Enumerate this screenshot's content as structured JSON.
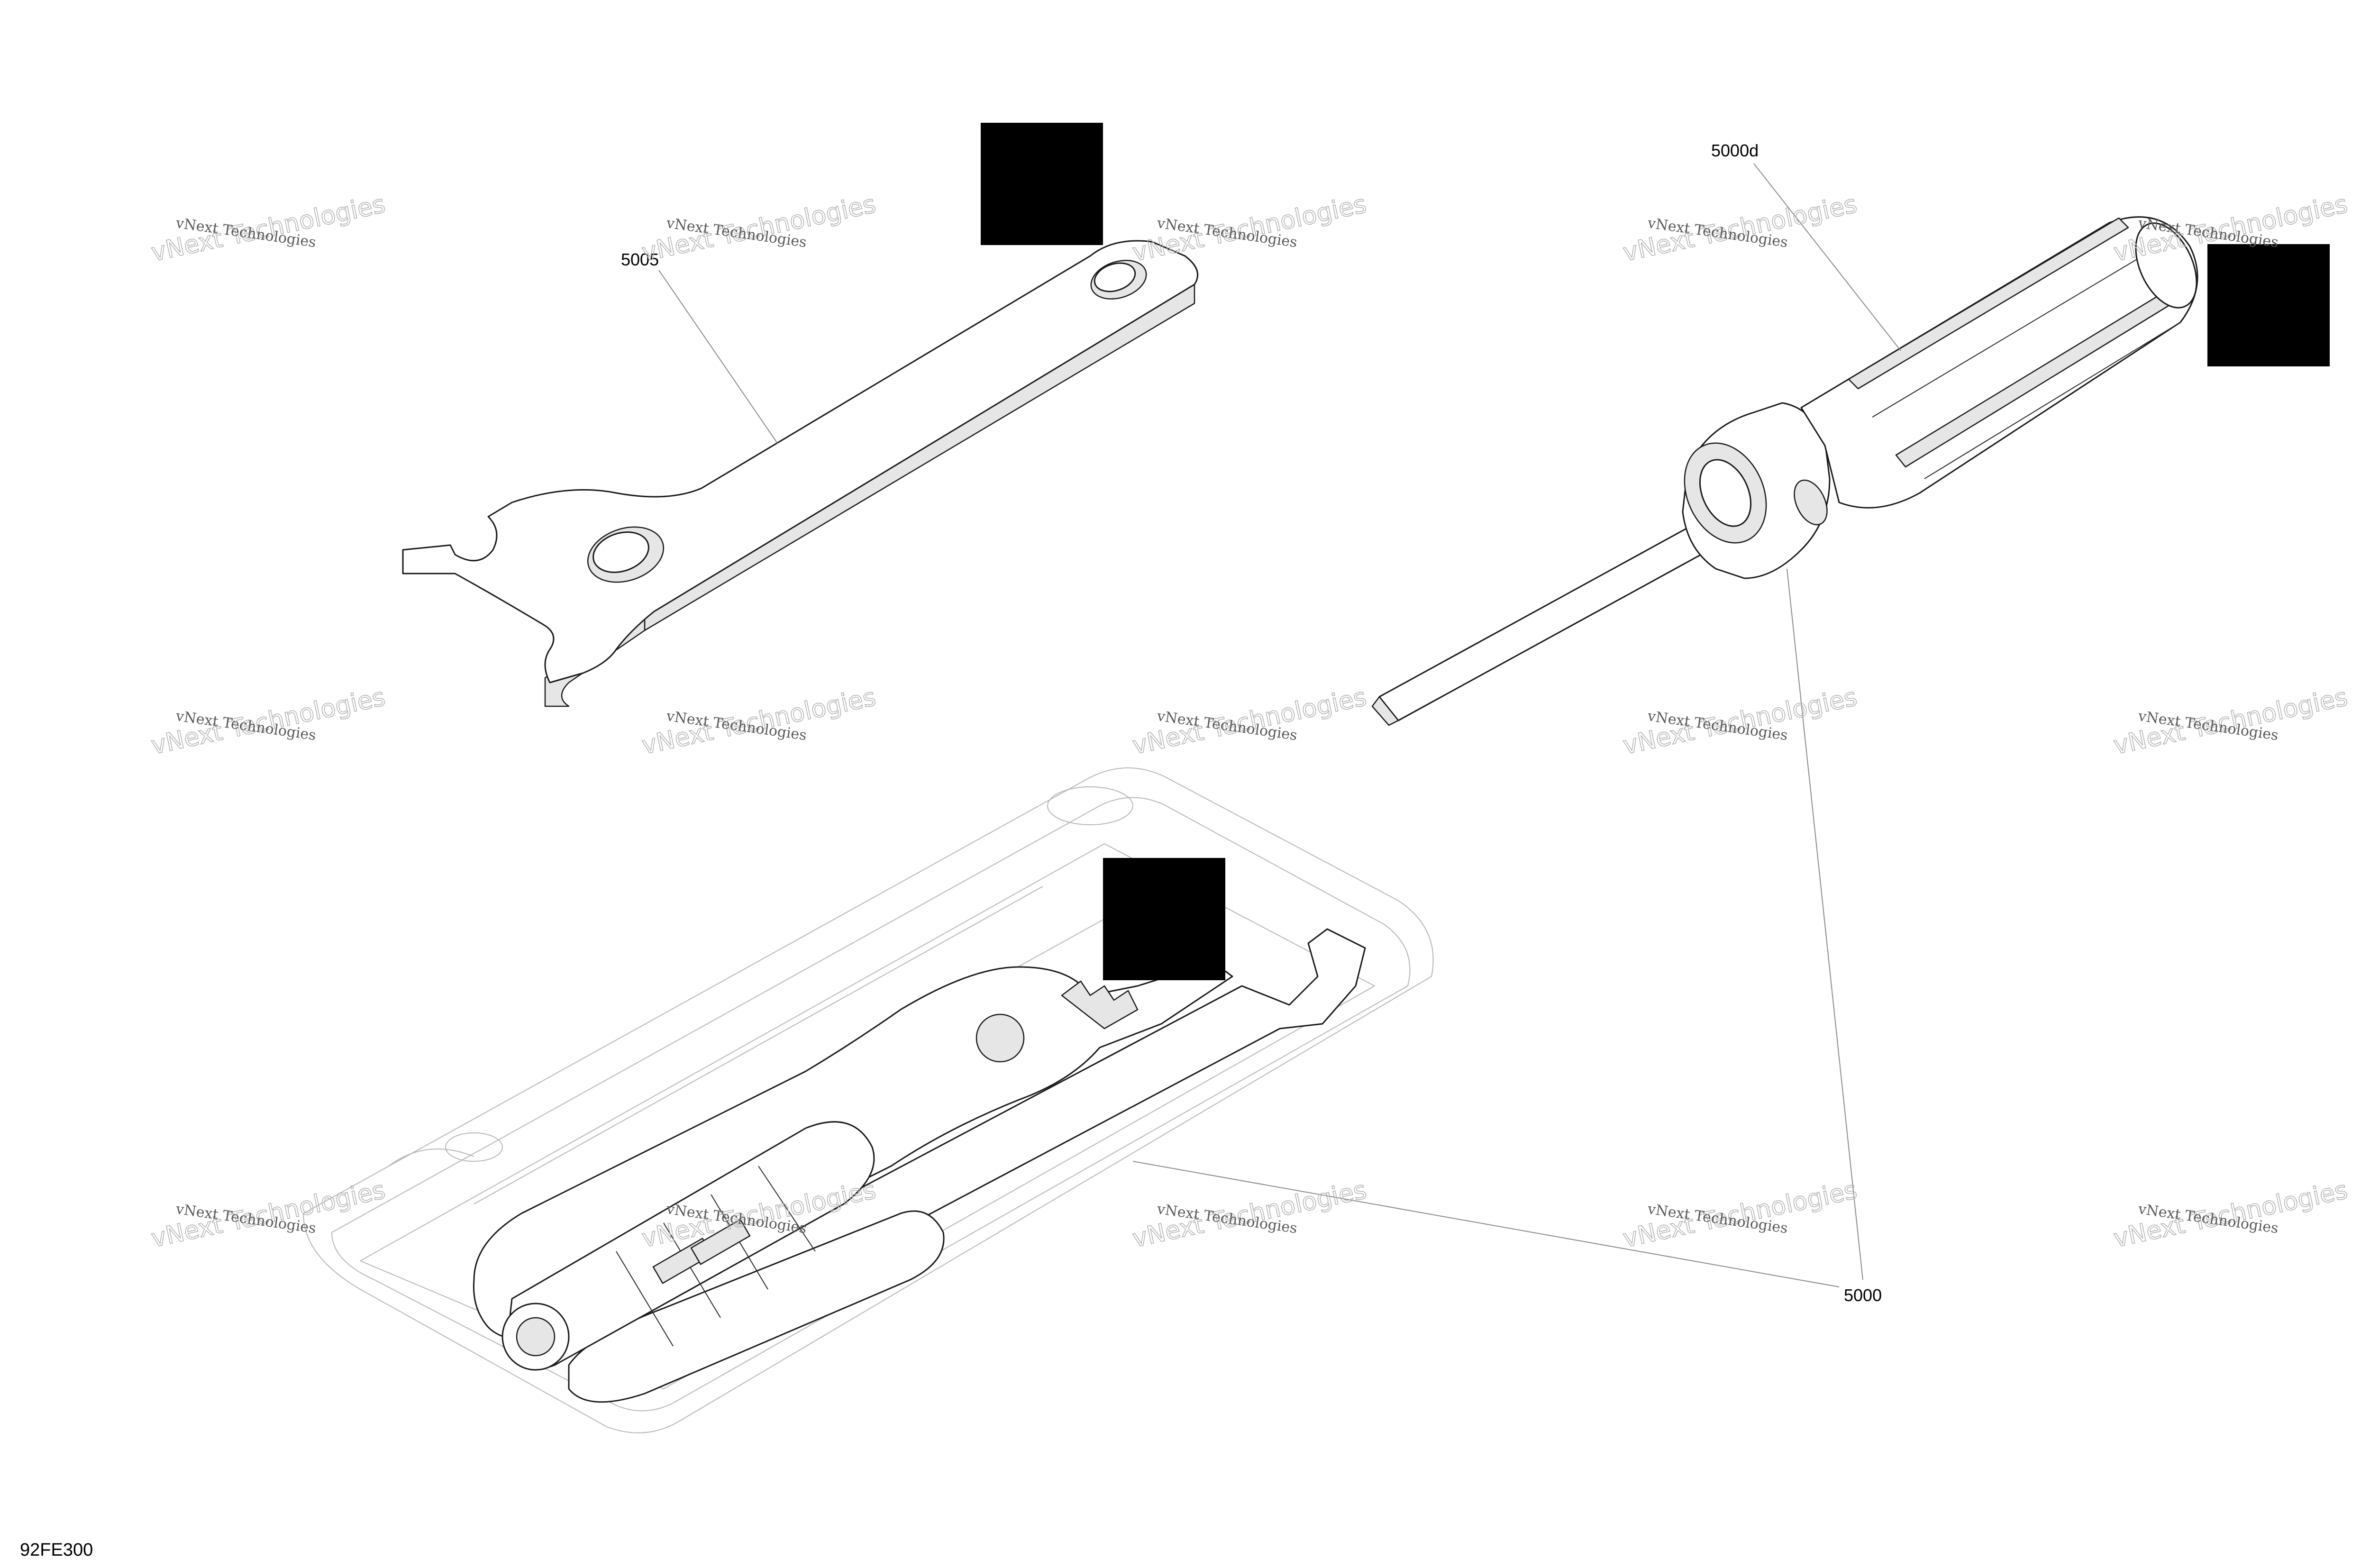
{
  "callouts": {
    "wrench_part": "5005",
    "screwdriver_handle_part": "5000d",
    "tool_kit_part": "5000"
  },
  "drawing_code": "92FE300",
  "watermark": {
    "line1": "vNext Technologies",
    "line2": "vNext Technologies"
  },
  "colors": {
    "line": "#1a1a1a",
    "leader": "#8c8c8c",
    "redaction": "#000000",
    "watermark": "#b4b4b4"
  }
}
